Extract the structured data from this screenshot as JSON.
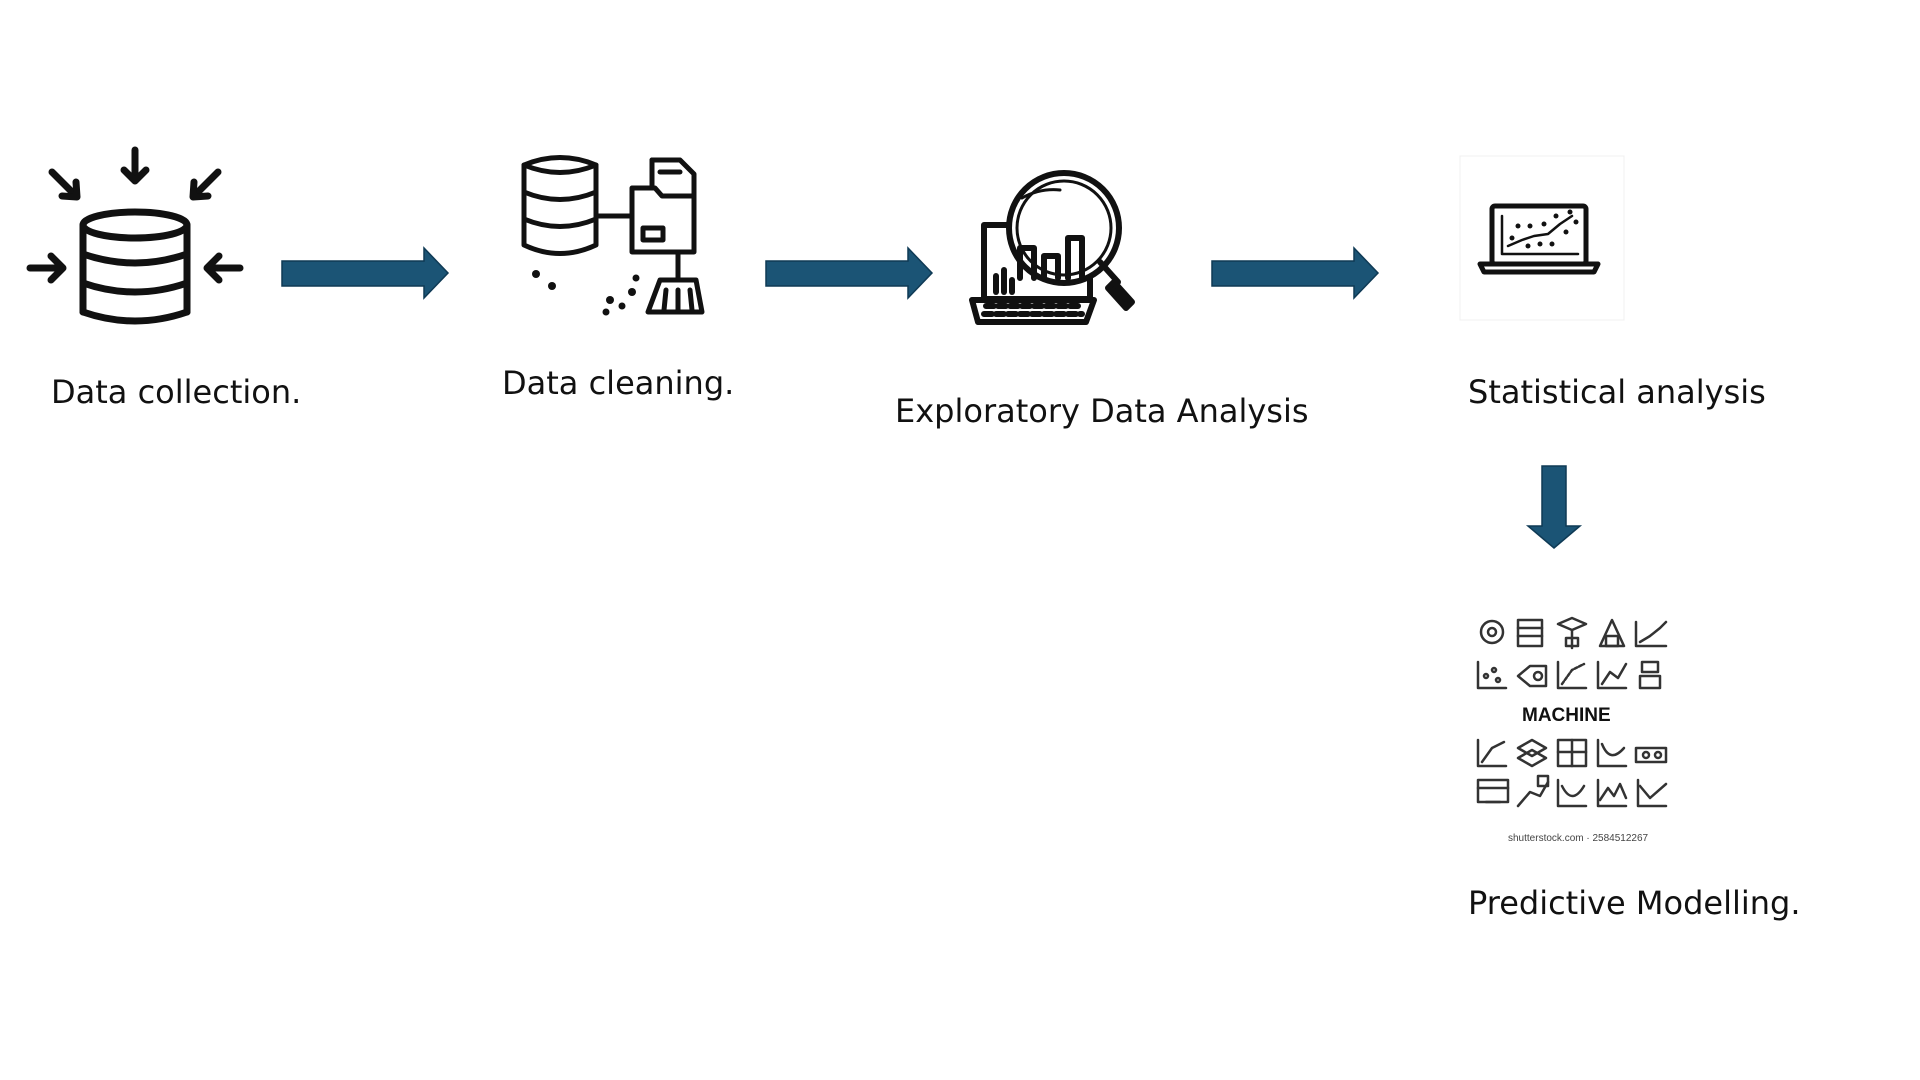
{
  "steps": [
    {
      "id": "collection",
      "label": "Data collection.",
      "icon": "database-inflow-icon"
    },
    {
      "id": "cleaning",
      "label": "Data cleaning.",
      "icon": "database-cleaning-icon"
    },
    {
      "id": "eda",
      "label": "Exploratory Data Analysis",
      "icon": "magnifier-chart-icon"
    },
    {
      "id": "stats",
      "label": "Statistical analysis",
      "icon": "laptop-scatter-icon"
    },
    {
      "id": "predictive",
      "label": "Predictive Modelling.",
      "icon": "machine-learning-icons"
    }
  ],
  "ml_image": {
    "caption": "MACHINE",
    "credit": "shutterstock.com · 2584512267"
  },
  "colors": {
    "arrow": "#1B5475",
    "arrow_outline": "#0F3A55",
    "icon": "#111111",
    "background": "#FFFFFF"
  }
}
